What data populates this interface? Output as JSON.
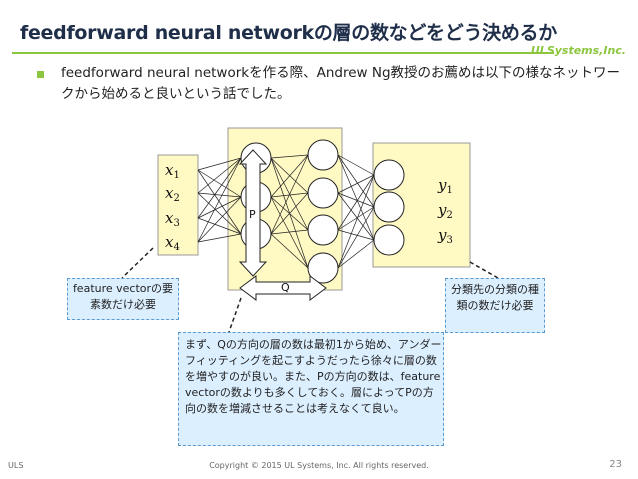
{
  "slide": {
    "title": "feedforward neural networkの層の数などをどう決めるか",
    "brand": "ULSystems,Inc.",
    "bullet": "feedforward neural networkを作る際、Andrew Ng教授のお薦めは以下の様なネットワークから始めると良いという話でした。"
  },
  "diagram": {
    "inputs": [
      "x",
      "x",
      "x",
      "x"
    ],
    "input_subs": [
      "1",
      "2",
      "3",
      "4"
    ],
    "outputs": [
      "y",
      "y",
      "y"
    ],
    "output_subs": [
      "1",
      "2",
      "3"
    ],
    "label_p": "P",
    "label_q": "Q",
    "colors": {
      "input_box": "#fff9c4",
      "hidden_box": "#fff9c4",
      "output_box": "#fff9c4",
      "callout": "#dcefff",
      "accent": "#8cc63f"
    }
  },
  "callouts": {
    "feature": "feature vectorの要素数だけ必要",
    "classes": "分類先の分類の種類の数だけ必要",
    "advice": "まず、Qの方向の層の数は最初1から始め、アンダーフィッティングを起こすようだったら徐々に層の数を増やすのが良い。また、Pの方向の数は、feature vectorの数よりも多くしておく。層によってPの方向の数を増減させることは考えなくて良い。"
  },
  "footer": {
    "left": "ULS",
    "center": "Copyright © 2015 UL Systems, Inc.  All rights reserved.",
    "page": "23"
  }
}
